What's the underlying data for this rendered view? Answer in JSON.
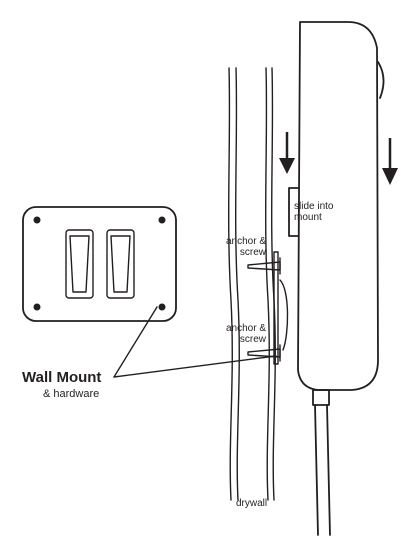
{
  "labels": {
    "slide_into_mount": [
      "slide into",
      "mount"
    ],
    "anchor_screw_top": [
      "anchor &",
      "screw"
    ],
    "anchor_screw_bottom": [
      "anchor &",
      "screw"
    ],
    "wall_mount_title": "Wall Mount",
    "wall_mount_sub": "& hardware",
    "drywall": "drywall"
  },
  "colors": {
    "line": "#231f20",
    "background": "#ffffff"
  }
}
